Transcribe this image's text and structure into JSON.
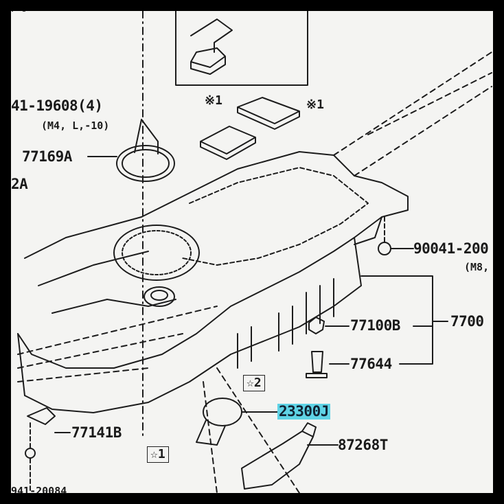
{
  "callouts": {
    "c_941_19608": "41-19608(4)",
    "c_941_19608_spec": "(M4, L,-10)",
    "c_77169a": "77169A",
    "c_2a": "2A",
    "c_x1_a": "※1",
    "c_x1_b": "※1",
    "c_90041": "90041-200",
    "c_90041_spec": "(M8,",
    "c_77100b": "77100B",
    "c_7700": "7700",
    "c_77644": "77644",
    "c_star2": "☆2",
    "c_23300j": "23300J",
    "c_87268t": "87268T",
    "c_77141b": "77141B",
    "c_star1": "☆1",
    "c_bottom": "941-20084"
  },
  "colors": {
    "line": "#1c1c1c",
    "highlight": "#5fd3e6",
    "paper": "#f4f4f2"
  }
}
